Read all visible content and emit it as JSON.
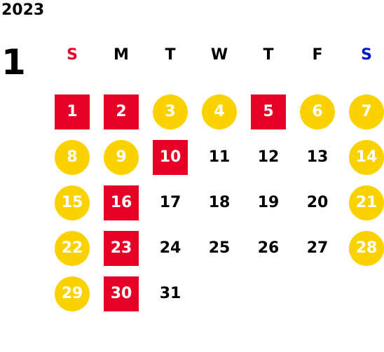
{
  "year": "2023",
  "month": "1",
  "colors": {
    "holiday_box": "#e60026",
    "weekend_circle": "#f9d200",
    "sunday_header": "#e60026",
    "saturday_header": "#0018c8"
  },
  "weekdays": [
    {
      "label": "S",
      "color": "#e60026"
    },
    {
      "label": "M",
      "color": "#000000"
    },
    {
      "label": "T",
      "color": "#000000"
    },
    {
      "label": "W",
      "color": "#000000"
    },
    {
      "label": "T",
      "color": "#000000"
    },
    {
      "label": "F",
      "color": "#000000"
    },
    {
      "label": "S",
      "color": "#0018c8"
    }
  ],
  "days": [
    {
      "n": "1",
      "style": "box"
    },
    {
      "n": "2",
      "style": "box"
    },
    {
      "n": "3",
      "style": "circle"
    },
    {
      "n": "4",
      "style": "circle"
    },
    {
      "n": "5",
      "style": "box"
    },
    {
      "n": "6",
      "style": "circle"
    },
    {
      "n": "7",
      "style": "circle"
    },
    {
      "n": "8",
      "style": "circle"
    },
    {
      "n": "9",
      "style": "circle"
    },
    {
      "n": "10",
      "style": "box"
    },
    {
      "n": "11",
      "style": "plain"
    },
    {
      "n": "12",
      "style": "plain"
    },
    {
      "n": "13",
      "style": "plain"
    },
    {
      "n": "14",
      "style": "circle"
    },
    {
      "n": "15",
      "style": "circle"
    },
    {
      "n": "16",
      "style": "box"
    },
    {
      "n": "17",
      "style": "plain"
    },
    {
      "n": "18",
      "style": "plain"
    },
    {
      "n": "19",
      "style": "plain"
    },
    {
      "n": "20",
      "style": "plain"
    },
    {
      "n": "21",
      "style": "circle"
    },
    {
      "n": "22",
      "style": "circle"
    },
    {
      "n": "23",
      "style": "box"
    },
    {
      "n": "24",
      "style": "plain"
    },
    {
      "n": "25",
      "style": "plain"
    },
    {
      "n": "26",
      "style": "plain"
    },
    {
      "n": "27",
      "style": "plain"
    },
    {
      "n": "28",
      "style": "circle"
    },
    {
      "n": "29",
      "style": "circle"
    },
    {
      "n": "30",
      "style": "box"
    },
    {
      "n": "31",
      "style": "plain"
    }
  ]
}
